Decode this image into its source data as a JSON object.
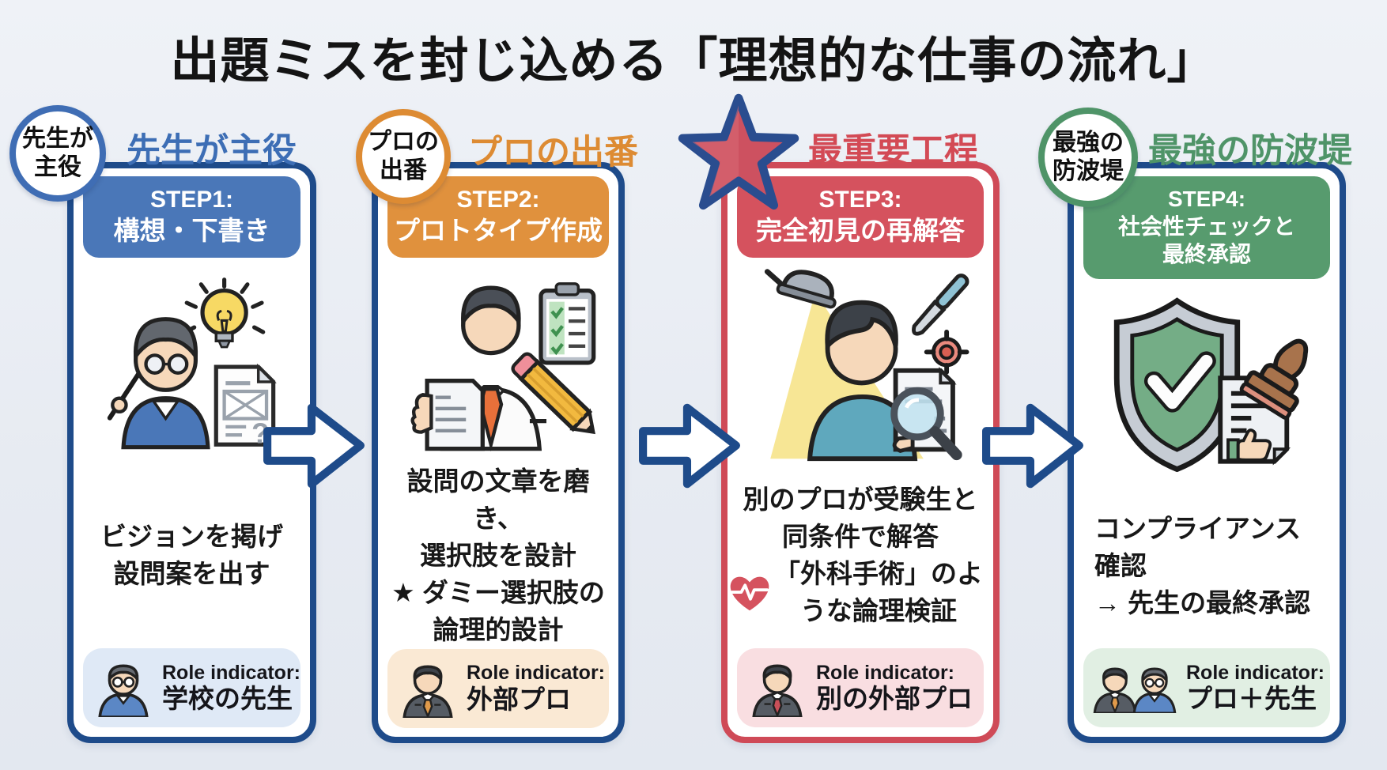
{
  "title": "出題ミスを封じ込める「理想的な仕事の流れ」",
  "palette": {
    "background": "#e9edf3",
    "flow_arrow_outline": "#1e4b8a",
    "flow_arrow_fill": "#ffffff",
    "step1_accent": "#3d6eb5",
    "step1_header_bg": "#4a77b8",
    "step1_border": "#1e4b8a",
    "step1_role_bg": "#dfe9f6",
    "step2_accent": "#dd8b33",
    "step2_header_bg": "#e0913d",
    "step2_border": "#1e4b8a",
    "step2_role_bg": "#fae9d4",
    "step3_accent": "#d34a55",
    "step3_header_bg": "#d5525e",
    "step3_border": "#cf4a57",
    "step3_role_bg": "#f9dee1",
    "step4_accent": "#4f9468",
    "step4_header_bg": "#579b6e",
    "step4_border": "#1e4b8a",
    "step4_role_bg": "#e1efe3"
  },
  "flow_arrow_icon": "right-block-arrow-icon",
  "steps": [
    {
      "badge_shape": "circle",
      "badge_lines": [
        "先生が",
        "主役"
      ],
      "tagline": "先生が主役",
      "step_label": "STEP1:",
      "step_title": "構想・下書き",
      "illustration_icons": [
        "teacher-with-pointer-icon",
        "lightbulb-icon",
        "wireframe-document-icon"
      ],
      "description_lines": [
        "ビジョンを掲げ",
        "設問案を出す"
      ],
      "role_label": "Role indicator:",
      "role_name": "学校の先生",
      "role_avatar_icons": [
        "teacher-avatar"
      ]
    },
    {
      "badge_shape": "circle",
      "badge_lines": [
        "プロの",
        "出番"
      ],
      "tagline": "プロの出番",
      "step_label": "STEP2:",
      "step_title": "プロトタイプ作成",
      "illustration_icons": [
        "professional-writer-icon",
        "checklist-clipboard-icon",
        "document-icon",
        "pencil-icon"
      ],
      "description_lines": [
        "設問の文章を磨き、",
        "選択肢を設計",
        "★ ダミー選択肢の",
        "論理的設計"
      ],
      "role_label": "Role indicator:",
      "role_name": "外部プロ",
      "role_avatar_icons": [
        "businessman-avatar"
      ]
    },
    {
      "badge_shape": "star",
      "badge_icon": "star-icon",
      "tagline": "最重要工程",
      "step_label": "STEP3:",
      "step_title": "完全初見の再解答",
      "illustration_icons": [
        "spotlight-lamp-icon",
        "examinee-icon",
        "scalpel-icon",
        "target-icon",
        "magnifier-document-icon"
      ],
      "description_lines": [
        "別のプロが受験生と",
        "同条件で解答",
        "「外科手術」のよ",
        "うな論理検証"
      ],
      "inline_icon": "heart-pulse-icon",
      "role_label": "Role indicator:",
      "role_name": "別の外部プロ",
      "role_avatar_icons": [
        "businessman-avatar"
      ]
    },
    {
      "badge_shape": "circle",
      "badge_lines": [
        "最強の",
        "防波堤"
      ],
      "tagline": "最強の防波堤",
      "step_label": "STEP4:",
      "step_title_lines": [
        "社会性チェックと",
        "最終承認"
      ],
      "illustration_icons": [
        "shield-check-icon",
        "approved-document-icon",
        "thumbs-up-icon",
        "stamp-icon"
      ],
      "description_lines": [
        "コンプライアンス",
        "確認",
        "→ 先生の最終承認"
      ],
      "role_label": "Role indicator:",
      "role_name": "プロ＋先生",
      "role_avatar_icons": [
        "businessman-avatar",
        "teacher-avatar"
      ]
    }
  ]
}
